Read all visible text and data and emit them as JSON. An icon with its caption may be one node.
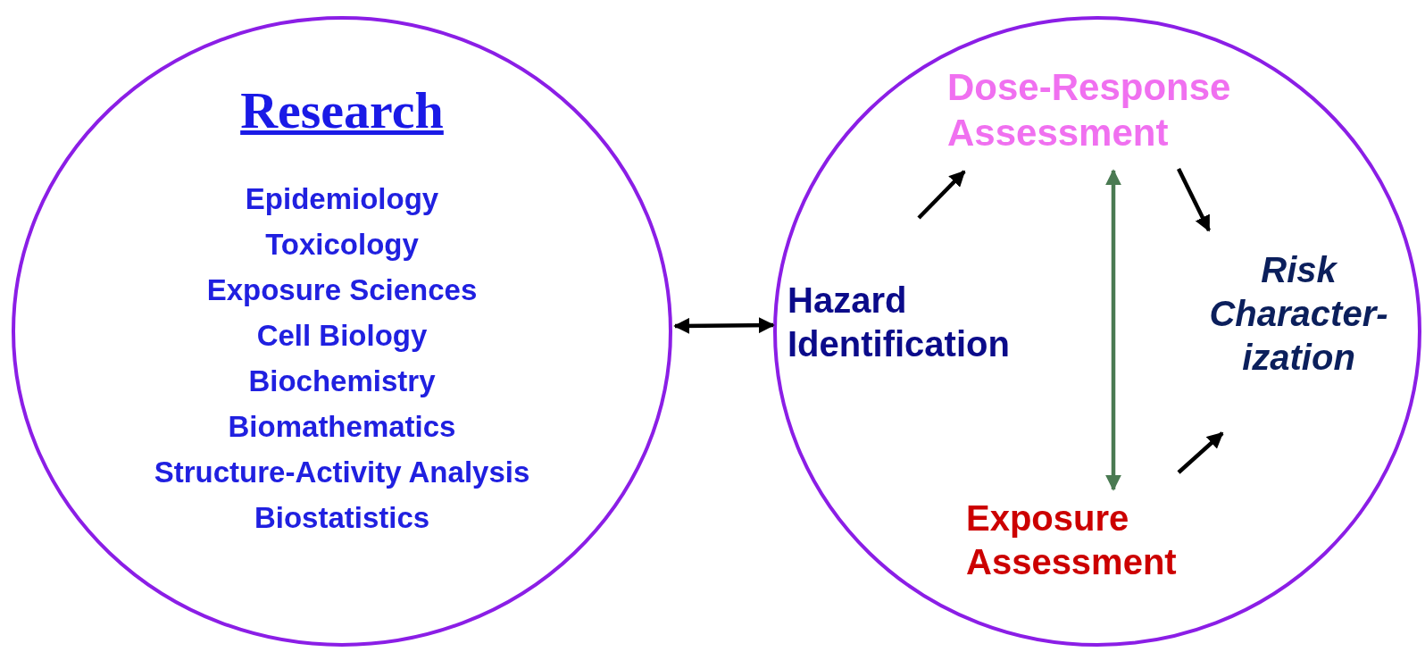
{
  "diagram": {
    "nodes": [
      {
        "text": [
          "Research",
          "Epidemiology",
          "Toxicology",
          "Exposure Sciences",
          "Cell Biology",
          "Biochemistry",
          "Biomathematics",
          "Structure-Activity Analysis",
          "Biostatistics"
        ]
      },
      {
        "text": [],
        "shape": "ellipse"
      },
      {
        "text": [
          "Hazard Identification"
        ],
        "in": 1
      },
      {
        "text": [
          "Dose-Response Assessment"
        ],
        "in": 1
      },
      {
        "text": [
          "Risk Character- ization"
        ],
        "in": 1
      },
      {
        "text": [
          "Exposure Assessment"
        ],
        "in": 1
      }
    ],
    "edges": [
      {
        "from": 0,
        "to": 1,
        "arrow": "both"
      },
      {
        "from": 2,
        "to": 3,
        "arrow": "to"
      },
      {
        "from": 3,
        "to": 4,
        "arrow": "to"
      },
      {
        "from": 5,
        "to": 4,
        "arrow": "to"
      },
      {
        "from": 3,
        "to": 5,
        "arrow": "both",
        "color": "#4a7a52"
      }
    ]
  }
}
